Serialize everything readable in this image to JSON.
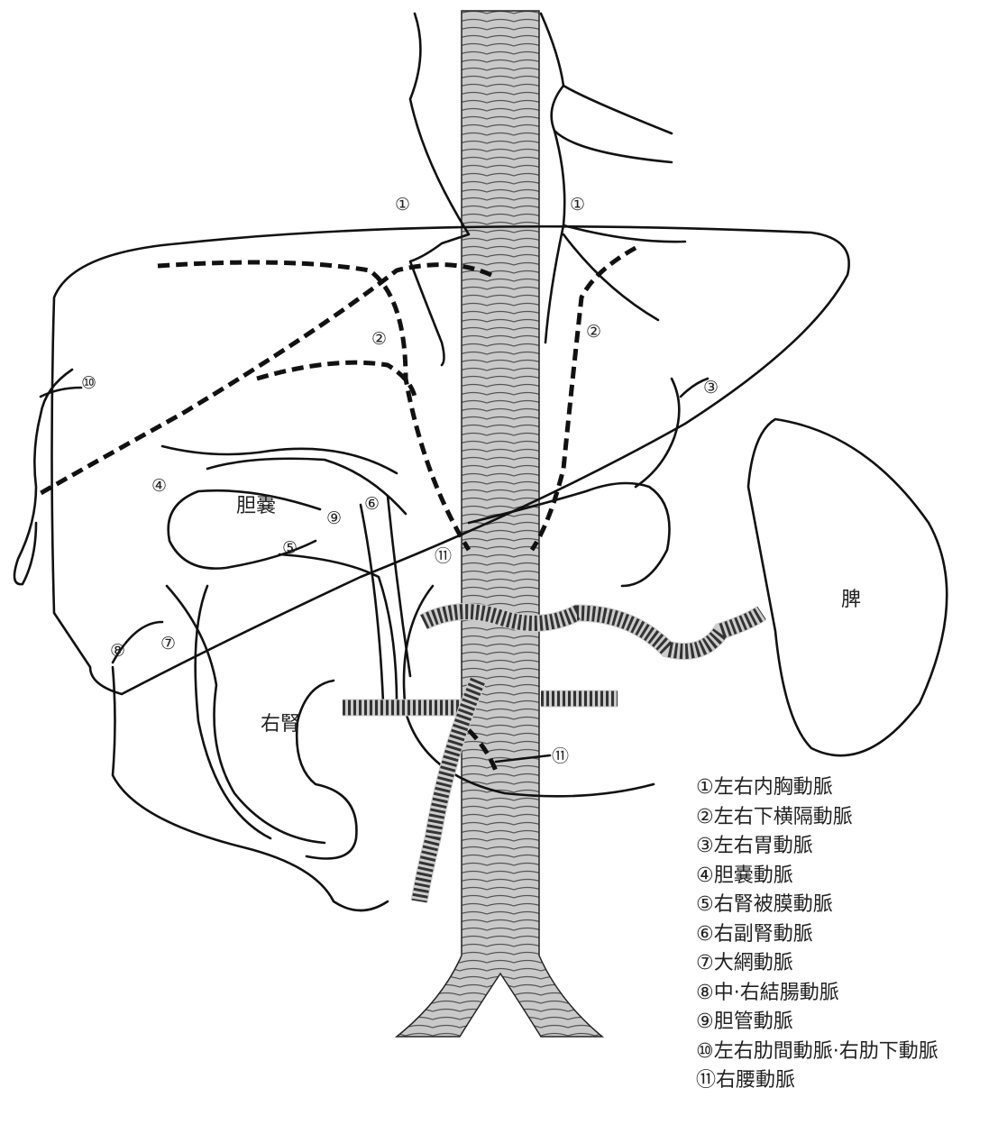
{
  "diagram": {
    "markers": {
      "m1a": "①",
      "m1b": "①",
      "m2a": "②",
      "m2b": "②",
      "m3": "③",
      "m4": "④",
      "m5": "⑤",
      "m6": "⑥",
      "m7": "⑦",
      "m8": "⑧",
      "m9": "⑨",
      "m10": "⑩",
      "m11a": "⑪",
      "m11b": "⑪"
    },
    "organs": {
      "gallbladder": "胆嚢",
      "right_kidney": "右腎",
      "spleen": "脾"
    }
  },
  "legend": [
    "①左右内胸動脈",
    "②左右下横隔動脈",
    "③左右胃動脈",
    "④胆嚢動脈",
    "⑤右腎被膜動脈",
    "⑥右副腎動脈",
    "⑦大網動脈",
    "⑧中·右結腸動脈",
    "⑨胆管動脈",
    "⑩左右肋間動脈·右肋下動脈",
    "⑪右腰動脈"
  ]
}
